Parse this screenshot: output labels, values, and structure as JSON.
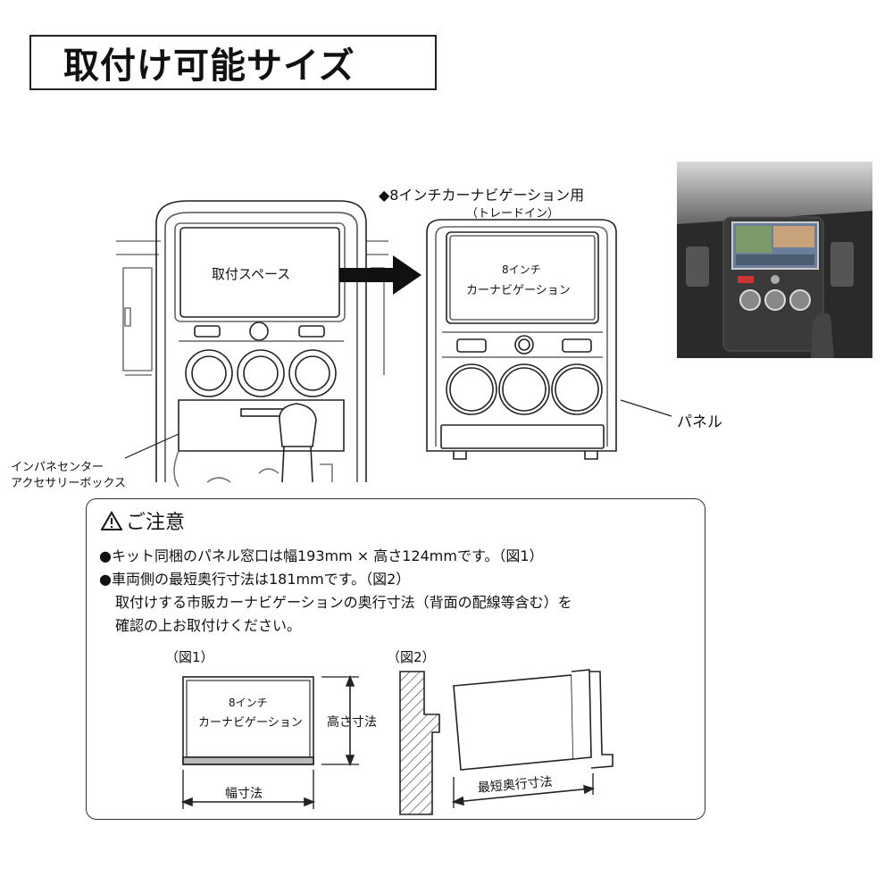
{
  "header": {
    "title": "取付け可能サイズ"
  },
  "diagram": {
    "panel_caption_line1": "◆8インチカーナビゲーション用",
    "panel_caption_line2": "（トレードイン）",
    "mount_space_label": "取付スペース",
    "nav_label_line1": "8インチ",
    "nav_label_line2": "カーナビゲーション",
    "panel_label": "パネル",
    "accessory_label_line1": "インパネセンター",
    "accessory_label_line2": "アクセサリーボックス"
  },
  "notice": {
    "title": "ご注意",
    "line1": "●キット同梱のパネル窓口は幅193mm × 高さ124mmです。（図1）",
    "line2": "●車両側の最短奥行寸法は181mmです。（図2）",
    "line3": "取付けする市販カーナビゲーションの奥行寸法（背面の配線等含む）を",
    "line4": "確認の上お取付けください。",
    "fig1_caption": "（図1）",
    "fig2_caption": "（図2）",
    "fig1_nav_line1": "8インチ",
    "fig1_nav_line2": "カーナビゲーション",
    "height_label": "高さ寸法",
    "width_label": "幅寸法",
    "depth_label": "最短奥行寸法"
  },
  "colors": {
    "line": "#222222",
    "panel_fill": "#ffffff",
    "screen_fill": "#ffffff",
    "photo_bg": "#2b2b2b"
  }
}
